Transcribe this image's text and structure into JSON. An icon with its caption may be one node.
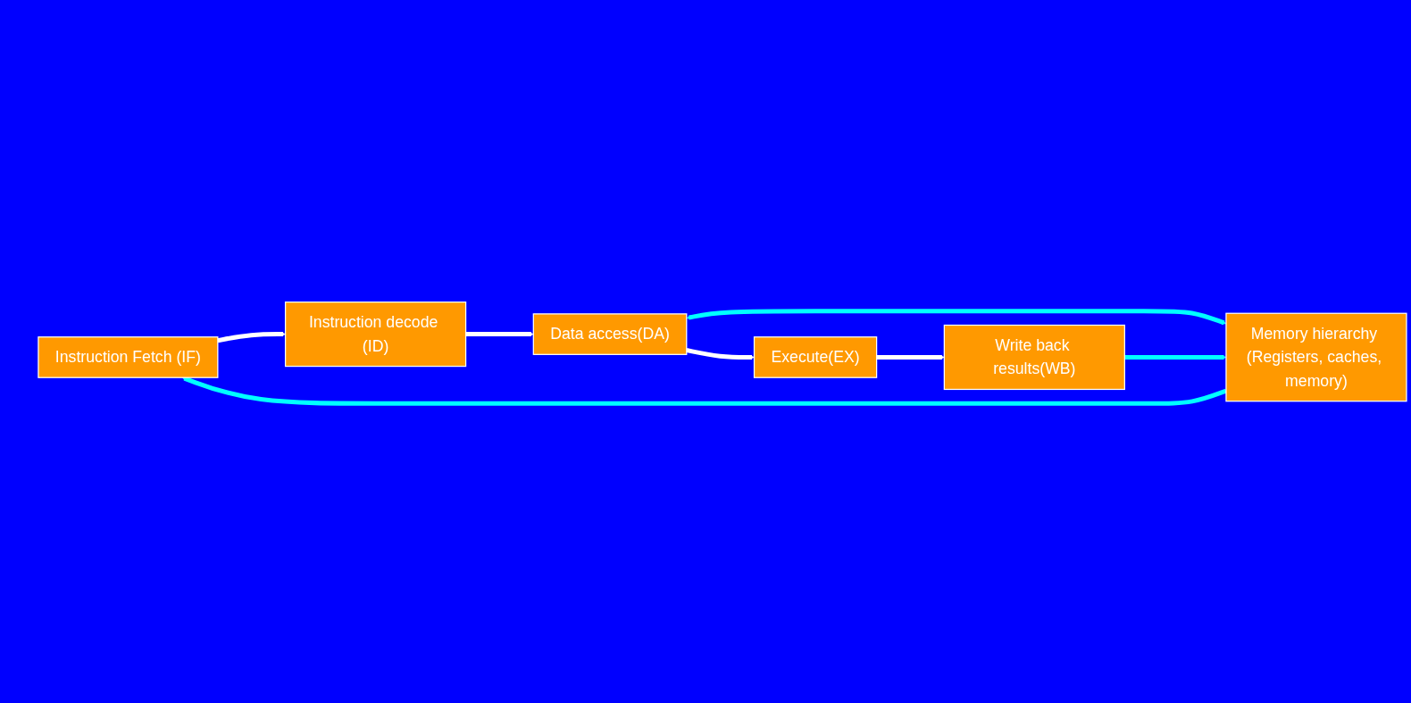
{
  "diagram": {
    "nodes": [
      {
        "text": [
          "Instruction Fetch (IF)"
        ]
      },
      {
        "text": [
          "Instruction decode (ID)"
        ]
      },
      {
        "text": [
          "Data access(DA)"
        ]
      },
      {
        "text": [
          "Execute(EX)"
        ]
      },
      {
        "text": [
          "Write back results(WB)"
        ]
      },
      {
        "text": [
          "Memory hierarchy (Registers, caches, memory)"
        ]
      }
    ],
    "edges": [
      {
        "from": 0,
        "to": 1,
        "arrow": "to"
      },
      {
        "from": 1,
        "to": 2,
        "arrow": "to"
      },
      {
        "from": 2,
        "to": 3,
        "arrow": "to"
      },
      {
        "from": 3,
        "to": 4,
        "arrow": "to"
      },
      {
        "from": 5,
        "to": 0,
        "arrow": "to",
        "color": "#00ffff"
      },
      {
        "from": 2,
        "to": 5,
        "arrow": "both",
        "color": "#00ffff"
      },
      {
        "from": 4,
        "to": 5,
        "arrow": "to",
        "color": "#00ffff"
      }
    ]
  }
}
